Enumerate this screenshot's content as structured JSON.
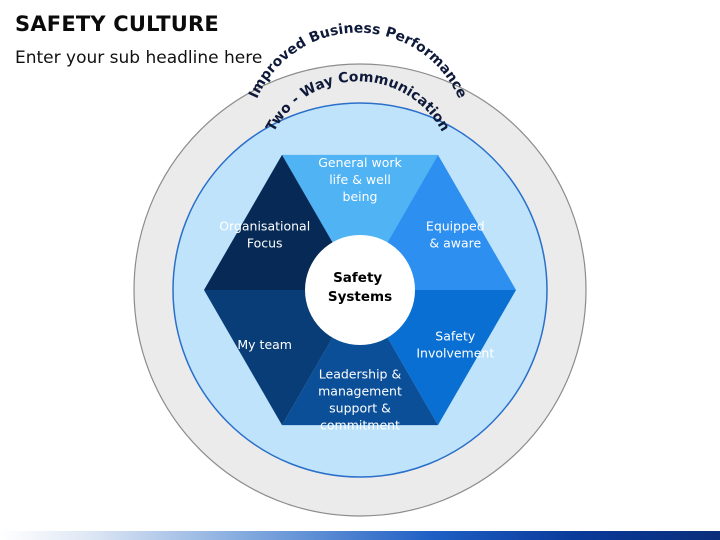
{
  "header": {
    "title": "SAFETY CULTURE",
    "subtitle": "Enter your sub headline here"
  },
  "diagram": {
    "outer_ring_label": "Improved Business Performance",
    "inner_ring_label": "Two - Way Communication",
    "center": [
      "Safety",
      "Systems"
    ],
    "segments": [
      {
        "id": "general-work",
        "lines": [
          "General work",
          "life & well",
          "being"
        ],
        "color": "#4fb3f4"
      },
      {
        "id": "equipped",
        "lines": [
          "Equipped",
          "& aware"
        ],
        "color": "#2d8ff0"
      },
      {
        "id": "safety-involvement",
        "lines": [
          "Safety",
          "Involvement"
        ],
        "color": "#0a6fd2"
      },
      {
        "id": "leadership",
        "lines": [
          "Leadership &",
          "management",
          "support &",
          "commitment"
        ],
        "color": "#0b4f98"
      },
      {
        "id": "my-team",
        "lines": [
          "My team"
        ],
        "color": "#083d77"
      },
      {
        "id": "organisational-focus",
        "lines": [
          "Organisational",
          "Focus"
        ],
        "color": "#062a55"
      }
    ],
    "colors": {
      "outer_ring": "#ebebeb",
      "outer_ring_stroke": "#8c8c8c",
      "inner_ring": "#bfe3fb",
      "inner_ring_stroke": "#2a6fc9",
      "center": "#ffffff"
    }
  }
}
